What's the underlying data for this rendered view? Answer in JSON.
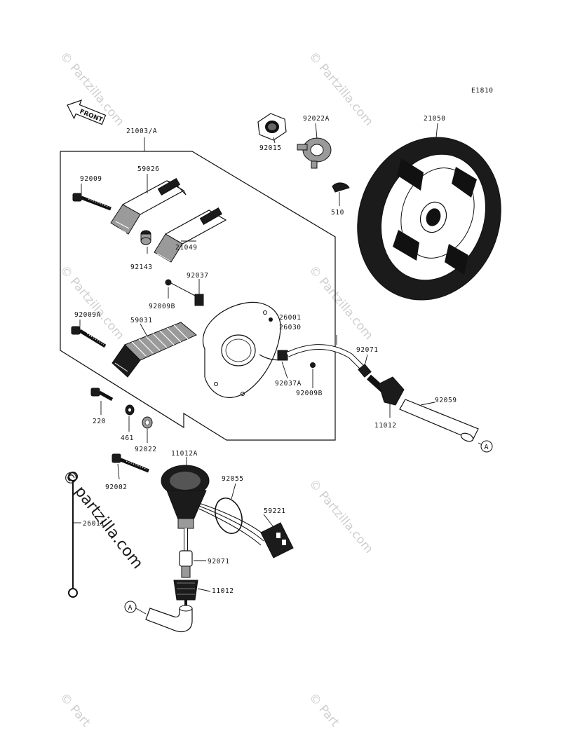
{
  "diagram_code": "E1810",
  "front_label": "FRONT",
  "parts": {
    "p21003": "21003/A",
    "p92009": "92009",
    "p59026": "59026",
    "p92143": "92143",
    "p21049": "21049",
    "p92037": "92037",
    "p92009B_a": "92009B",
    "p92009A": "92009A",
    "p59031": "59031",
    "p26001": "26001",
    "p26030": "26030",
    "p92037A": "92037A",
    "p92009B_b": "92009B",
    "p92071_a": "92071",
    "p92059": "92059",
    "p11012_a": "11012",
    "p220": "220",
    "p461": "461",
    "p92022": "92022",
    "p92002": "92002",
    "p11012A": "11012A",
    "p92055": "92055",
    "p59221": "59221",
    "p26011": "26011",
    "p92071_b": "92071",
    "p11012_b": "11012",
    "p92015": "92015",
    "p92022A": "92022A",
    "p510": "510",
    "p21050": "21050"
  },
  "connector_marks": {
    "a1": "A",
    "a2": "A"
  },
  "watermark": {
    "prominent": "© partzilla.com",
    "faint": "© Partzilla.com",
    "faint_short": "© Part"
  }
}
